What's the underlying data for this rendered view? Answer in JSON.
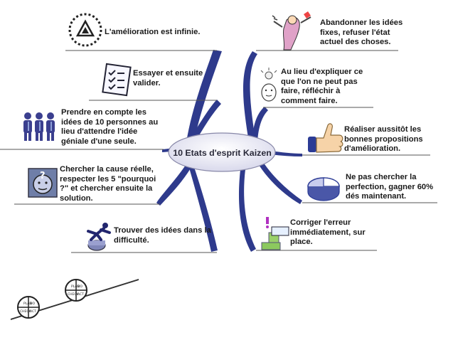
{
  "center_title": "10 Etats d'esprit Kaizen",
  "nodes": [
    {
      "id": "amelioration",
      "side": "left",
      "text": "L'amélioration est infinie.",
      "icon": "kaizen-triangle-icon"
    },
    {
      "id": "essayer",
      "side": "left",
      "text": "Essayer et ensuite valider.",
      "icon": "checklist-icon"
    },
    {
      "id": "personnes",
      "side": "left",
      "text": "Prendre en compte les idées de 10 personnes au lieu d'attendre l'idée géniale d'une seule.",
      "icon": "people-group-icon"
    },
    {
      "id": "cause",
      "side": "left",
      "text": "Chercher la cause réelle, respecter les 5 \"pourquoi ?\" et chercher ensuite la solution.",
      "icon": "question-face-icon"
    },
    {
      "id": "difficulte",
      "side": "left",
      "text": "Trouver des idées dans la difficulté.",
      "icon": "hurdle-jumper-icon"
    },
    {
      "id": "abandonner",
      "side": "right",
      "text": "Abandonner les idées fixes, refuser l'état actuel des choses.",
      "icon": "breaking-chains-icon"
    },
    {
      "id": "expliquer",
      "side": "right",
      "text": "Au lieu d'expliquer ce que l'on ne peut pas faire, réfléchir à comment faire.",
      "icon": "lightbulb-thinker-icon"
    },
    {
      "id": "realiser",
      "side": "right",
      "text": "Réaliser aussitôt les bonnes propositions d'amélioration.",
      "icon": "thumbs-up-icon"
    },
    {
      "id": "perfection",
      "side": "right",
      "text": "Ne pas chercher la perfection, gagner 60% dés maintenant.",
      "icon": "pie-chart-icon"
    },
    {
      "id": "corriger",
      "side": "right",
      "text": "Corriger l'erreur immédiatement, sur place.",
      "icon": "exclamation-sign-icon"
    }
  ],
  "pdca_labels": [
    "PLAN",
    "DO",
    "CHECK",
    "ACT"
  ],
  "pdca_icon": "pdca-wheel-on-slope-icon",
  "colors": {
    "branch": "#2e3a8c",
    "center_fill": "#e8e8f4",
    "center_stroke": "#8888a8",
    "underline": "#555555"
  }
}
